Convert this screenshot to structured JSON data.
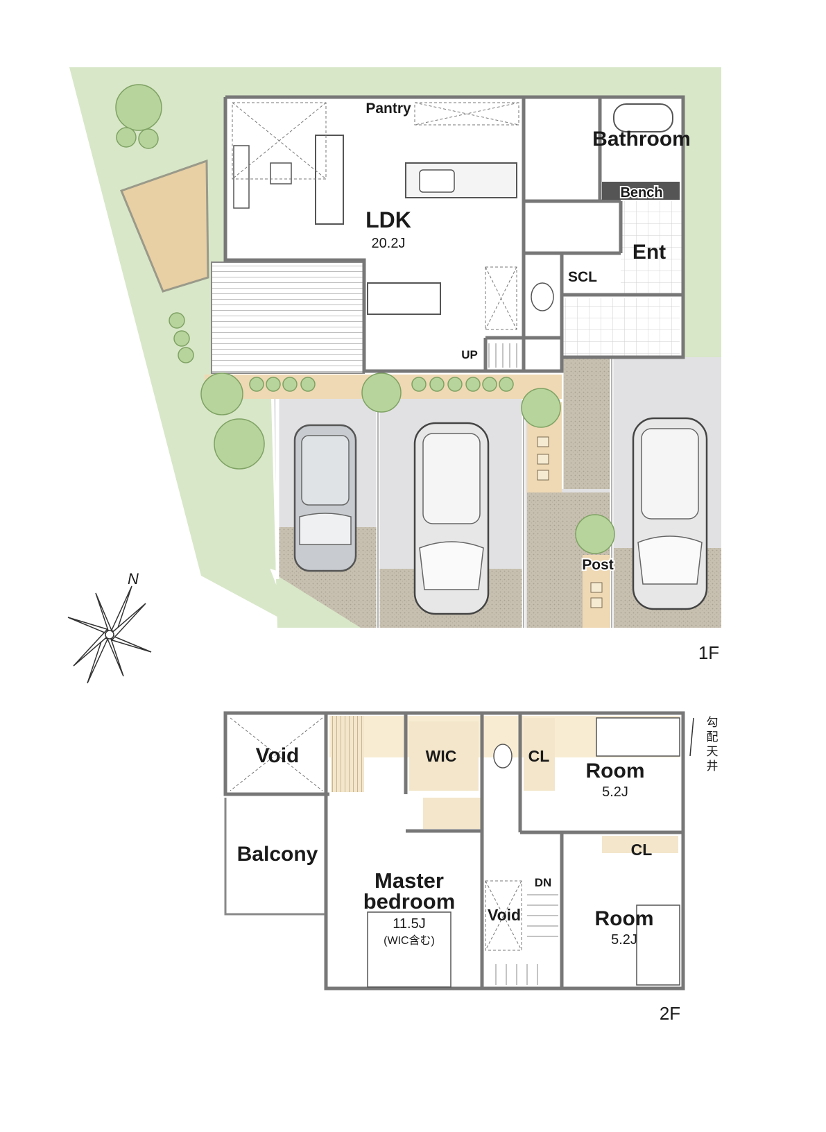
{
  "floor1": {
    "floor_label": "1F",
    "rooms": {
      "ldk": {
        "name": "LDK",
        "area": "20.2J"
      },
      "pantry": "Pantry",
      "bathroom": "Bathroom",
      "bench": "Bench",
      "entrance": "Ent",
      "scl": "SCL",
      "up": "UP",
      "post": "Post"
    }
  },
  "floor2": {
    "floor_label": "2F",
    "rooms": {
      "void_top": "Void",
      "balcony": "Balcony",
      "wic": "WIC",
      "cl_top": "CL",
      "room_top": {
        "name": "Room",
        "area": "5.2J"
      },
      "cl_right": "CL",
      "master": {
        "name_line1": "Master",
        "name_line2": "bedroom",
        "area": "11.5J",
        "note": "(WIC含む)"
      },
      "void_stair": "Void",
      "dn": "DN",
      "room_bottom": {
        "name": "Room",
        "area": "5.2J"
      }
    },
    "ceiling_note": [
      "勾",
      "配",
      "天",
      "井"
    ]
  },
  "compass": {
    "north": "N"
  },
  "colors": {
    "lawn": "#d7e6c6",
    "tree": "#b5d39a",
    "deck": "#e6cfa8",
    "gravel": "#c9c3b5",
    "parking": "#e0e0e2",
    "wall": "#777777",
    "highlight": "#f7ecd2"
  }
}
